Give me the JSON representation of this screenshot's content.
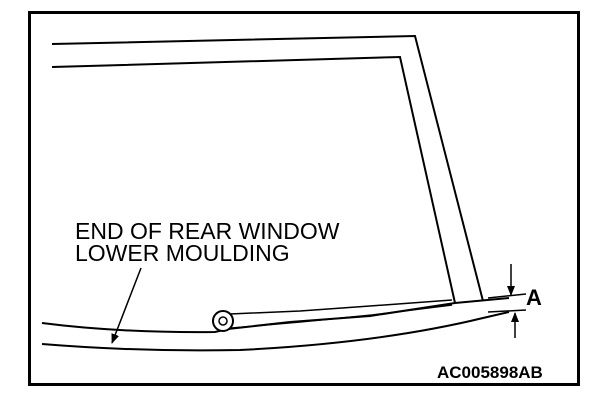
{
  "diagram": {
    "callout_line1": "END OF REAR WINDOW",
    "callout_line2": "LOWER MOULDING",
    "dimension_label": "A",
    "figure_id": "AC005898AB"
  },
  "colors": {
    "line": "#000000",
    "background": "#ffffff"
  }
}
